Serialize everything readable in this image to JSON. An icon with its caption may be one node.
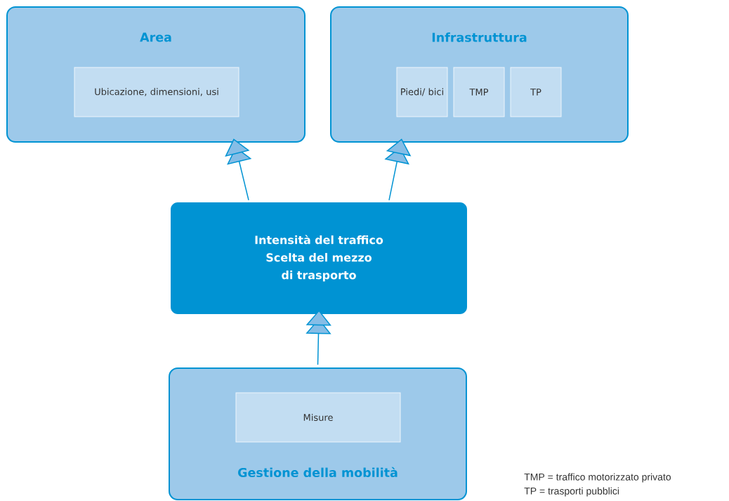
{
  "diagram": {
    "nodes": [
      {
        "text": [
          "Area"
        ]
      },
      {
        "text": [
          "Ubicazione, dimensioni, usi"
        ],
        "in": 0
      },
      {
        "text": [
          "Infrastruttura"
        ]
      },
      {
        "text": [
          "Piedi/ bici"
        ],
        "in": 2
      },
      {
        "text": [
          "TMP"
        ],
        "in": 2
      },
      {
        "text": [
          "TP"
        ],
        "in": 2
      },
      {
        "text": [
          "Intensità del traffico",
          "Scelta del mezzo di trasporto"
        ]
      },
      {
        "text": [
          "Gestione della mobilità"
        ]
      },
      {
        "text": [
          "Misure"
        ],
        "in": 7
      }
    ],
    "edges": [
      {
        "from": 6,
        "to": 0,
        "arrow": "to"
      },
      {
        "from": 6,
        "to": 2,
        "arrow": "to"
      },
      {
        "from": 7,
        "to": 6,
        "arrow": "to"
      }
    ],
    "labels": [
      "TMP = traffico motorizzato privato",
      "TP = trasporti pubblici"
    ]
  }
}
